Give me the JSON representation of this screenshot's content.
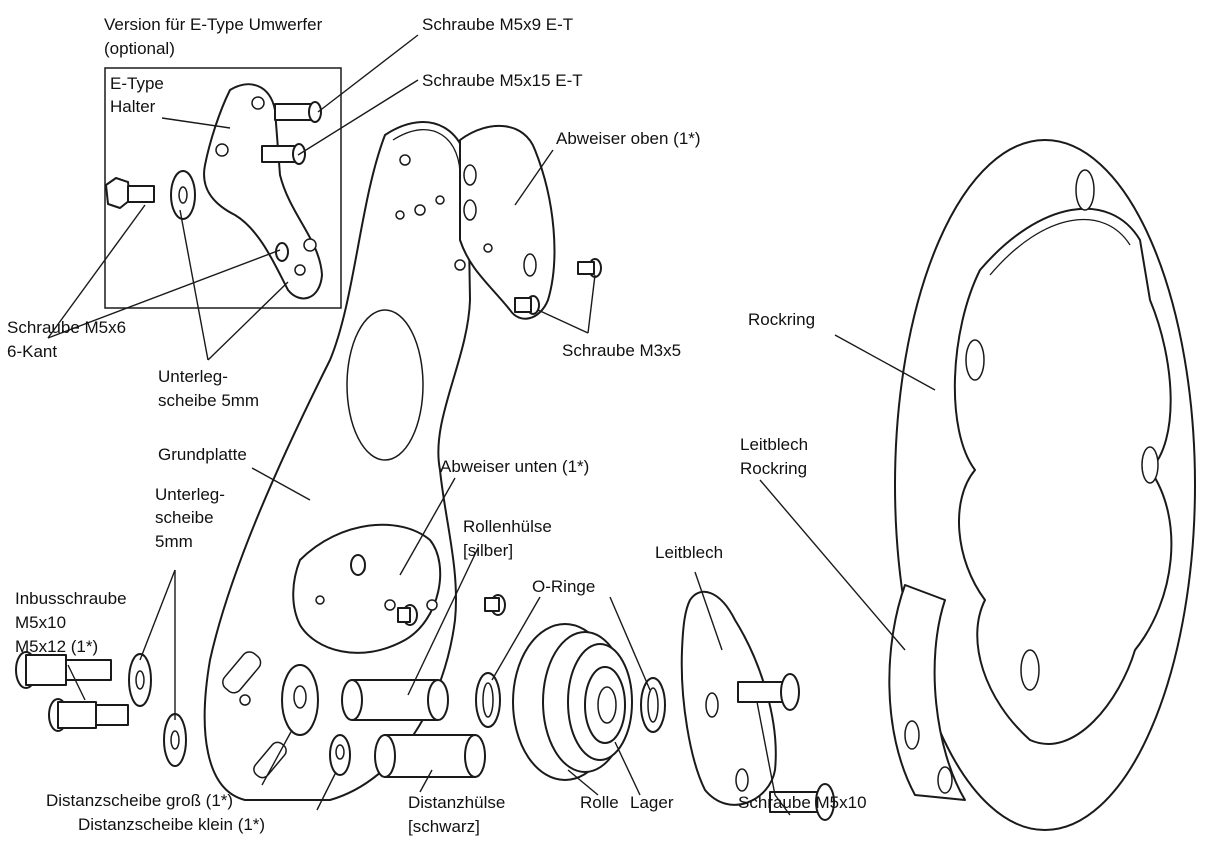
{
  "labels": {
    "etype_version": "Version für E-Type Umwerfer",
    "etype_optional": "(optional)",
    "etype_halter_1": "E-Type",
    "etype_halter_2": "Halter",
    "schraube_m5x9": "Schraube M5x9 E-T",
    "schraube_m5x15": "Schraube M5x15 E-T",
    "abweiser_oben": "Abweiser oben (1*)",
    "rockring": "Rockring",
    "schraube_m5x6_1": "Schraube M5x6",
    "schraube_m5x6_2": "6-Kant",
    "unterleg_top_1": "Unterleg-",
    "unterleg_top_2": "scheibe 5mm",
    "schraube_m3x5": "Schraube M3x5",
    "grundplatte": "Grundplatte",
    "abweiser_unten": "Abweiser unten (1*)",
    "leitblech_rockring_1": "Leitblech",
    "leitblech_rockring_2": "Rockring",
    "unterleg_left_1": "Unterleg-",
    "unterleg_left_2": "scheibe",
    "unterleg_left_3": "5mm",
    "rollenhuelse_1": "Rollenhülse",
    "rollenhuelse_2": "[silber]",
    "leitblech": "Leitblech",
    "o_ringe": "O-Ringe",
    "inbus_1": "Inbusschraube",
    "inbus_2": "M5x10",
    "inbus_3": "M5x12 (1*)",
    "distanz_gross": "Distanzscheibe groß (1*)",
    "distanz_klein": "Distanzscheibe klein (1*)",
    "distanzhuelse_1": "Distanzhülse",
    "distanzhuelse_2": "[schwarz]",
    "rolle": "Rolle",
    "lager": "Lager",
    "schraube_m5x10": "Schraube M5x10"
  }
}
